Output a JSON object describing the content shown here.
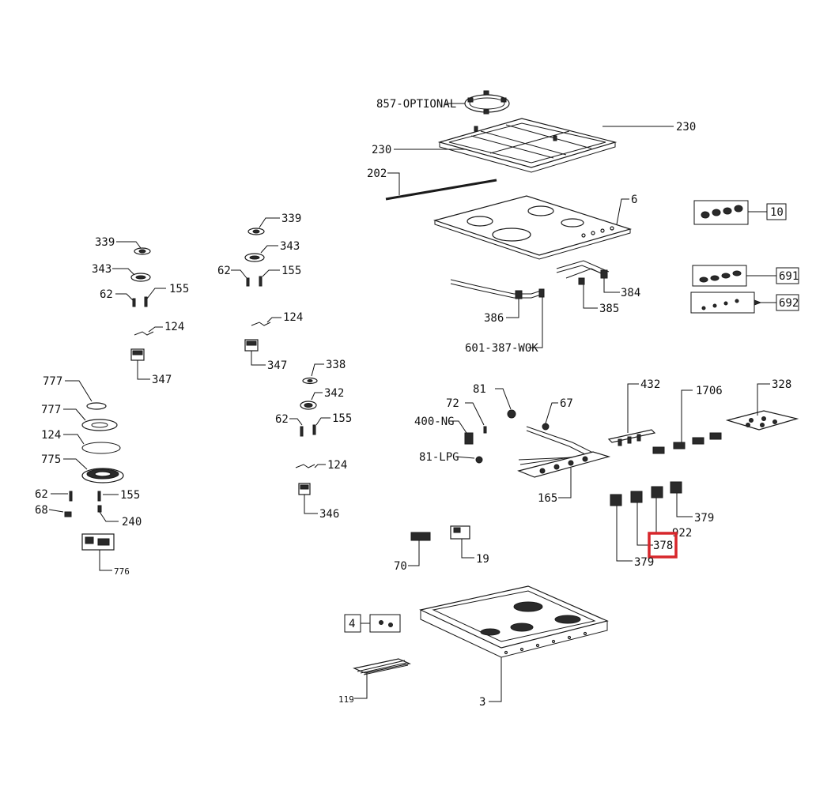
{
  "diagram": {
    "highlight_color": "#d7262b",
    "labels": {
      "857_optional": "857-OPTIONAL",
      "230_a": "230",
      "230_b": "230",
      "202": "202",
      "6": "6",
      "10": "10",
      "691": "691",
      "692": "692",
      "384": "384",
      "385": "385",
      "386": "386",
      "601_387_wok": "601-387-WOK",
      "339_a": "339",
      "343_a": "343",
      "62_a": "62",
      "155_a": "155",
      "124_a": "124",
      "347_a": "347",
      "339_b": "339",
      "343_b": "343",
      "62_b": "62",
      "155_b": "155",
      "124_b": "124",
      "347_b": "347",
      "338": "338",
      "342": "342",
      "62_c": "62",
      "155_c": "155",
      "124_c": "124",
      "346": "346",
      "777_a": "777",
      "777_b": "777",
      "124_d": "124",
      "775": "775",
      "62_d": "62",
      "155_d": "155",
      "68": "68",
      "240": "240",
      "776": "776",
      "81": "81",
      "72": "72",
      "67": "67",
      "400_ng": "400-NG",
      "81_lpg": "81-LPG",
      "165": "165",
      "432": "432",
      "1706": "1706",
      "328": "328",
      "379_a": "379",
      "922": "922",
      "378": "378",
      "379_b": "379",
      "70": "70",
      "19": "19",
      "4": "4",
      "119": "119",
      "3": "3"
    }
  }
}
